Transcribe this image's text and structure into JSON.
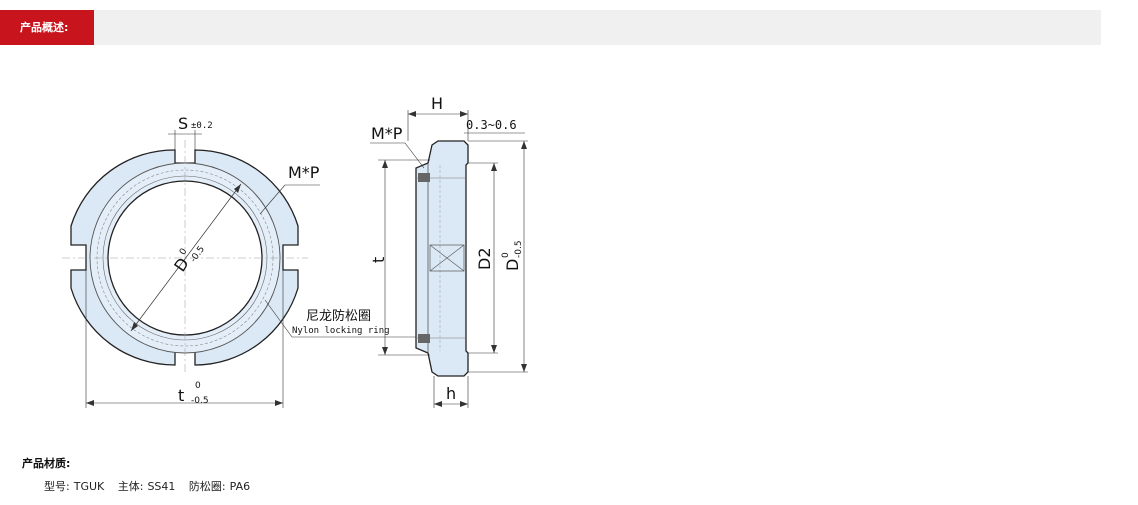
{
  "header": {
    "tab_label": "产品概述:"
  },
  "drawing": {
    "front": {
      "slot_label": "S",
      "slot_tol": "±0.2",
      "thread_label": "M*P",
      "diameter_label": "D",
      "diameter_tol_upper": "0",
      "diameter_tol_lower": "-0.5",
      "width_label": "t",
      "width_tol_upper": "0",
      "width_tol_lower": "-0.5",
      "ring_label_cn": "尼龙防松圈",
      "ring_label_en": "Nylon locking ring"
    },
    "side": {
      "height_label": "H",
      "chamfer_label": "0.3~0.6",
      "thread_label": "M*P",
      "t_label": "t",
      "d2_label": "D2",
      "d_label": "D",
      "d_tol_upper": "0",
      "d_tol_lower": "-0.5",
      "h_label": "h"
    }
  },
  "material": {
    "label": "产品材质:",
    "model_label": "型号:",
    "model_value": "TGUK",
    "body_label": "主体:",
    "body_value": "SS41",
    "ring_label": "防松圈:",
    "ring_value": "PA6"
  }
}
